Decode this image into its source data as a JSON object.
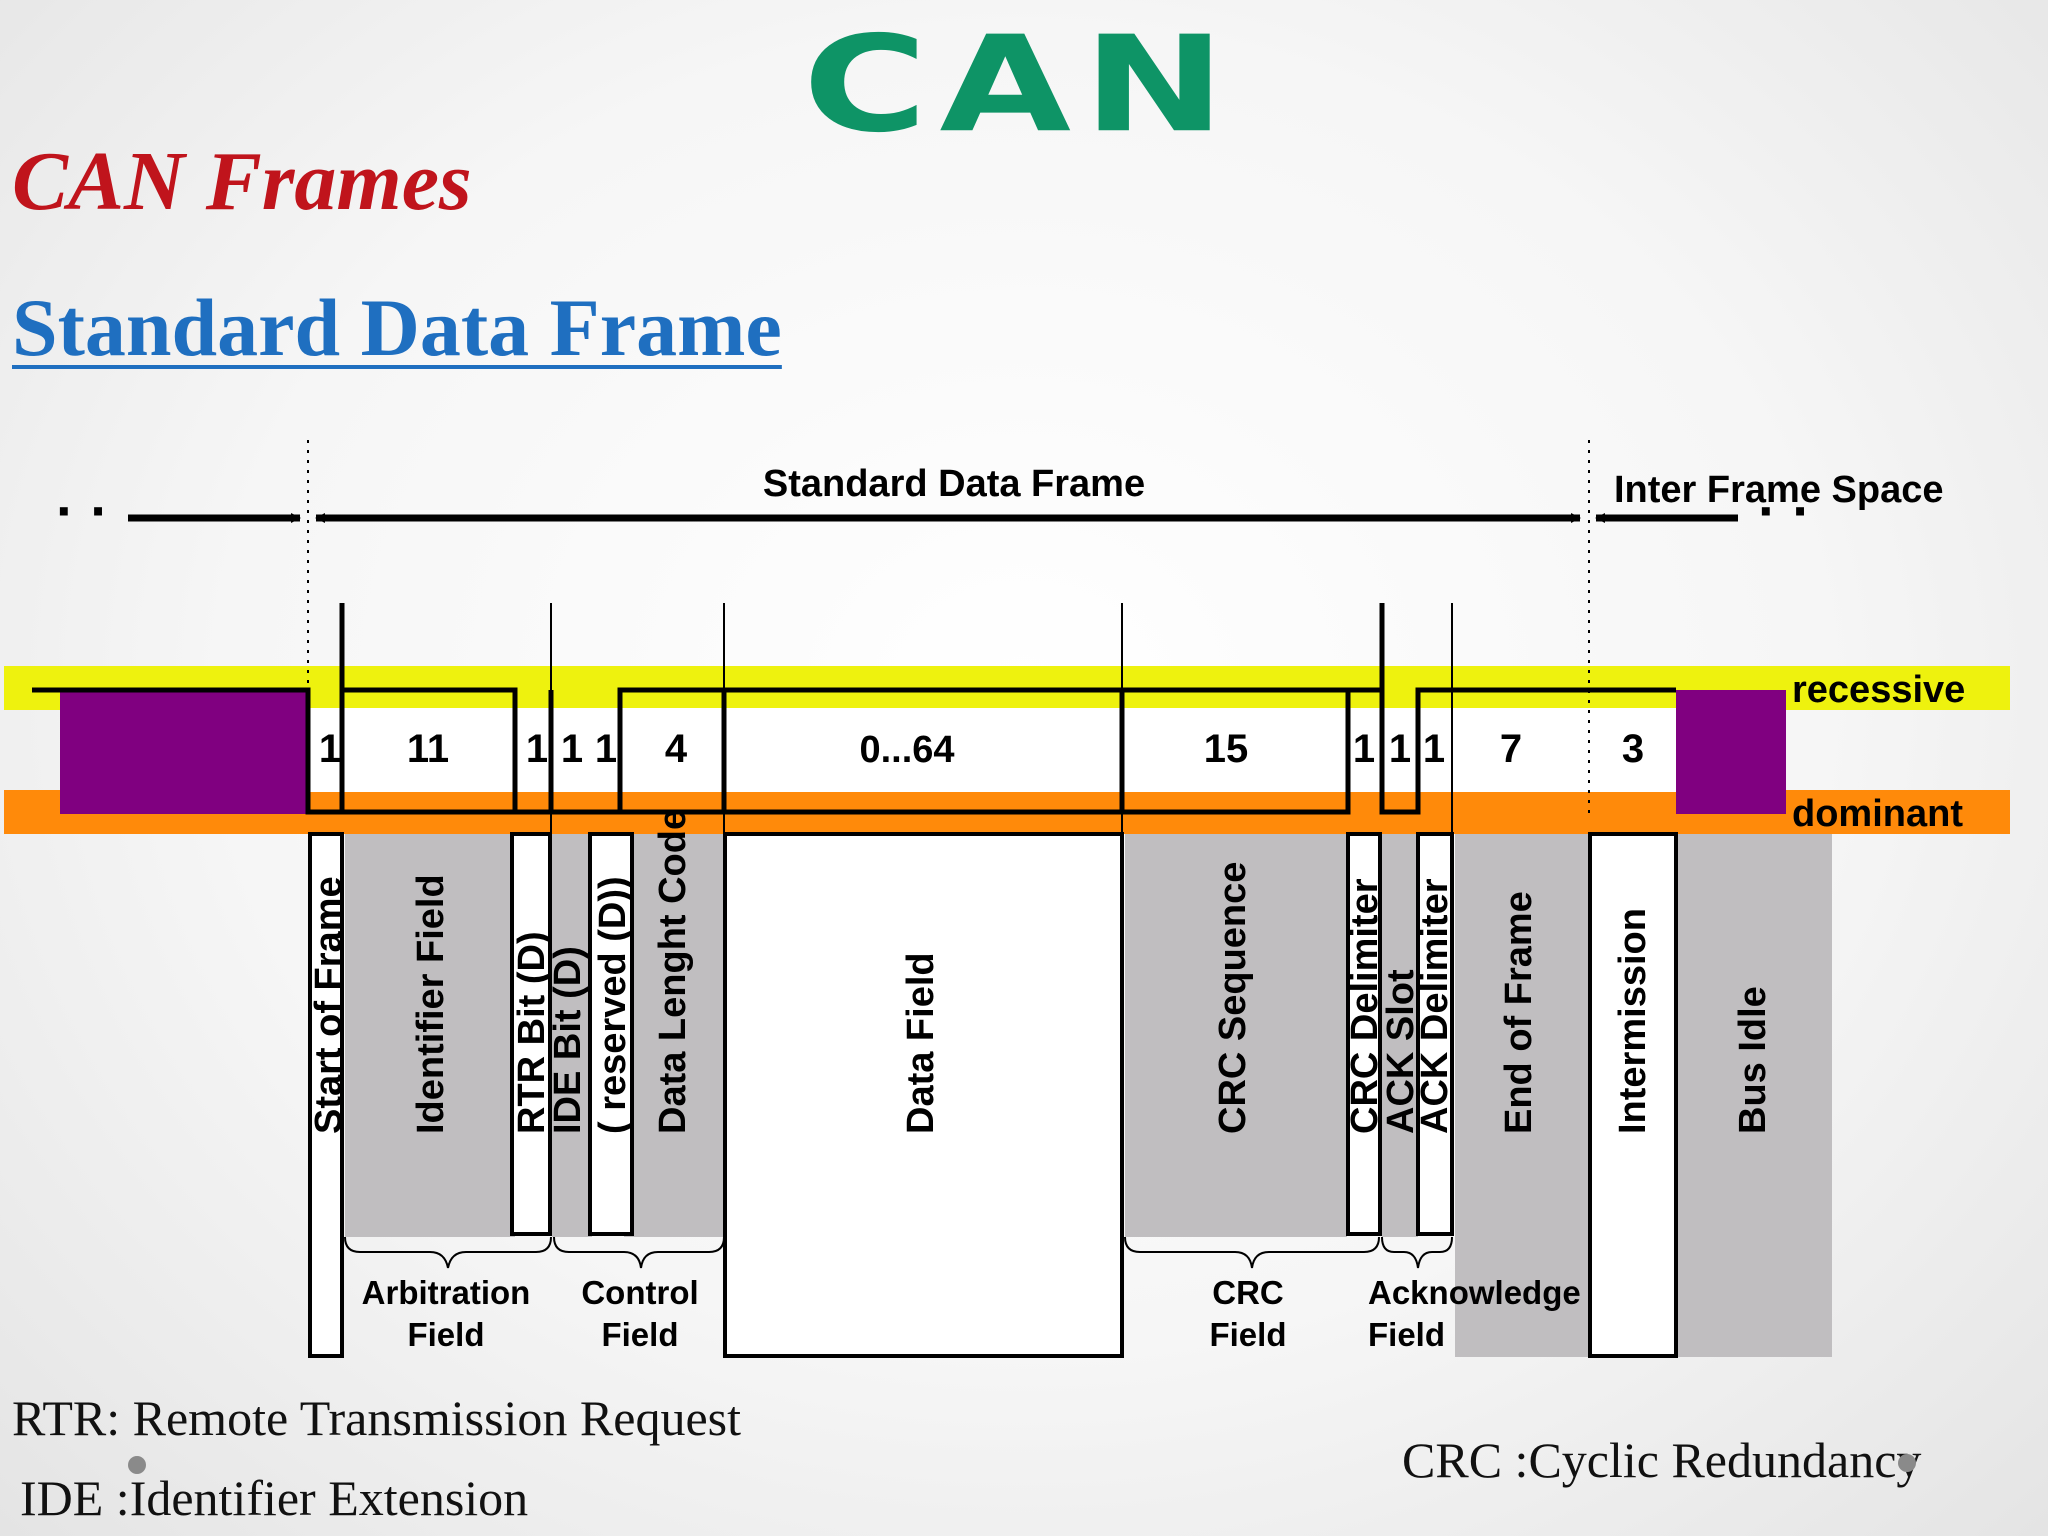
{
  "logo": {
    "text": "CAN",
    "color": "#0e9466"
  },
  "title": "CAN Frames",
  "section_title": "Standard Data Frame",
  "colors": {
    "recessive_band": "#eef20e",
    "dominant_band": "#ff8a0a",
    "bus_idle_block": "#800080",
    "field_shading": "#c0bec0",
    "title_red": "#c0141c",
    "link_blue": "#1f6fc0"
  },
  "diagram": {
    "frame_label": "Standard Data Frame",
    "ifs_label": "Inter Frame Space",
    "left_dots": "· ·",
    "right_dots": "· ·",
    "recessive_label": "recessive",
    "dominant_label": "dominant",
    "bit_counts": [
      {
        "field": "start-of-frame",
        "bits": "1"
      },
      {
        "field": "identifier",
        "bits": "11"
      },
      {
        "field": "rtr",
        "bits": "1"
      },
      {
        "field": "ide",
        "bits": "1"
      },
      {
        "field": "reserved",
        "bits": "1"
      },
      {
        "field": "dlc",
        "bits": "4"
      },
      {
        "field": "data",
        "bits": "0...64"
      },
      {
        "field": "crc-sequence",
        "bits": "15"
      },
      {
        "field": "crc-delimiter",
        "bits": "1"
      },
      {
        "field": "ack-slot",
        "bits": "1"
      },
      {
        "field": "ack-delimiter",
        "bits": "1"
      },
      {
        "field": "end-of-frame",
        "bits": "7"
      },
      {
        "field": "intermission",
        "bits": "3"
      }
    ],
    "field_labels": [
      "Start of Frame",
      "Identifier Field",
      "RTR Bit (D)",
      "IDE Bit (D)",
      "( reserved (D))",
      "Data Lenght Code",
      "Data Field",
      "CRC Sequence",
      "CRC Delimiter",
      "ACK Slot",
      "ACK Delimiter",
      "End of Frame",
      "Intermission",
      "Bus Idle"
    ],
    "groups": [
      {
        "line1": "Arbitration",
        "line2": "Field"
      },
      {
        "line1": "Control",
        "line2": "Field"
      },
      {
        "line1": "CRC",
        "line2": "Field"
      },
      {
        "line1": "Acknowledge",
        "line2": "Field"
      }
    ]
  },
  "definitions": {
    "rtr": "RTR: Remote Transmission Request",
    "ide": "IDE :Identifier Extension",
    "crc": "CRC  :Cyclic Redundancy"
  }
}
